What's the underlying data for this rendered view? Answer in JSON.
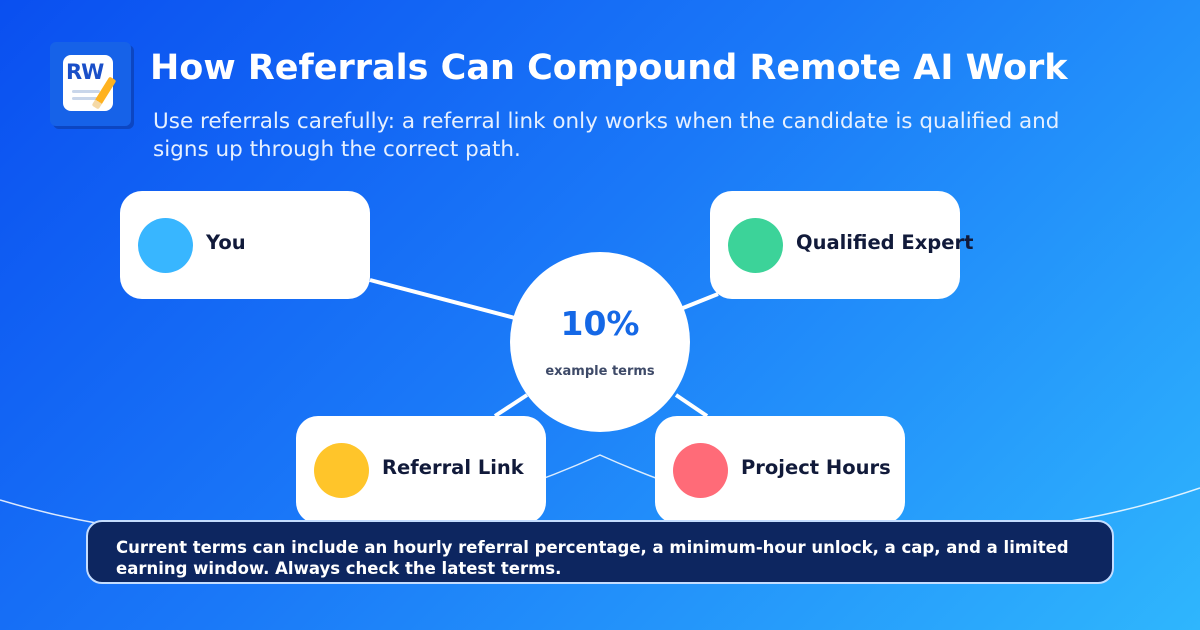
{
  "header": {
    "logo_text": "RW",
    "title": "How Referrals Can Compound Remote AI Work",
    "subtitle": "Use referrals carefully: a referral link only works when the candidate is qualified and signs up through the correct path."
  },
  "diagram": {
    "center": {
      "value": "10%",
      "caption": "example terms"
    },
    "nodes": [
      {
        "label": "You",
        "color": "#38b6ff"
      },
      {
        "label": "Qualified Expert",
        "color": "#3cd399"
      },
      {
        "label": "Referral Link",
        "color": "#ffc52a"
      },
      {
        "label": "Project Hours",
        "color": "#ff6b78"
      }
    ]
  },
  "footer": {
    "note": "Current terms can include an hourly referral percentage, a minimum-hour unlock, a cap, and a limited earning window. Always check the latest terms."
  }
}
